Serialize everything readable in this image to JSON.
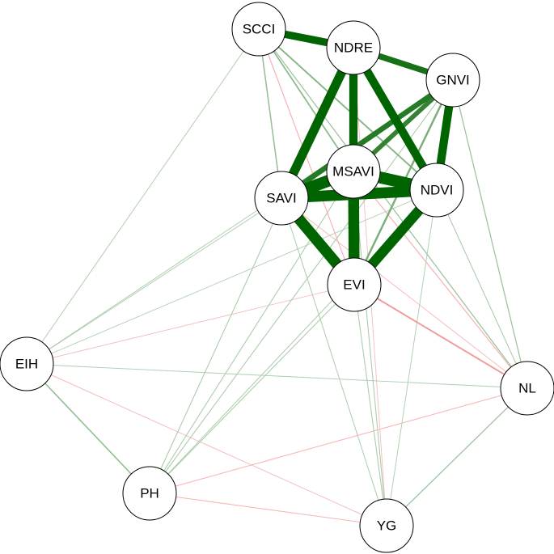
{
  "network": {
    "colors": {
      "positive": "#006400",
      "negative": "#e32828"
    },
    "nodes": [
      {
        "id": "SCCI",
        "label": "SCCI"
      },
      {
        "id": "NDRE",
        "label": "NDRE"
      },
      {
        "id": "GNVI",
        "label": "GNVI"
      },
      {
        "id": "MSAVI",
        "label": "MSAVI"
      },
      {
        "id": "SAVI",
        "label": "SAVI"
      },
      {
        "id": "NDVI",
        "label": "NDVI"
      },
      {
        "id": "EVI",
        "label": "EVI"
      },
      {
        "id": "EIH",
        "label": "EIH"
      },
      {
        "id": "NL",
        "label": "NL"
      },
      {
        "id": "PH",
        "label": "PH"
      },
      {
        "id": "YG",
        "label": "YG"
      }
    ],
    "edges": [
      {
        "from": "MSAVI",
        "to": "SAVI",
        "weight": 0.95
      },
      {
        "from": "MSAVI",
        "to": "NDVI",
        "weight": 0.95
      },
      {
        "from": "SAVI",
        "to": "NDVI",
        "weight": 0.9
      },
      {
        "from": "SAVI",
        "to": "EVI",
        "weight": 0.9
      },
      {
        "from": "MSAVI",
        "to": "EVI",
        "weight": 0.9
      },
      {
        "from": "NDVI",
        "to": "EVI",
        "weight": 0.85
      },
      {
        "from": "NDRE",
        "to": "SAVI",
        "weight": 0.8
      },
      {
        "from": "NDRE",
        "to": "MSAVI",
        "weight": 0.75
      },
      {
        "from": "NDRE",
        "to": "NDVI",
        "weight": 0.75
      },
      {
        "from": "GNVI",
        "to": "NDVI",
        "weight": 0.75
      },
      {
        "from": "SCCI",
        "to": "NDRE",
        "weight": 0.7
      },
      {
        "from": "NDRE",
        "to": "GNVI",
        "weight": 0.6
      },
      {
        "from": "GNVI",
        "to": "SAVI",
        "weight": 0.55
      },
      {
        "from": "GNVI",
        "to": "MSAVI",
        "weight": 0.5
      },
      {
        "from": "NDRE",
        "to": "EVI",
        "weight": 0.35
      },
      {
        "from": "GNVI",
        "to": "EVI",
        "weight": 0.25
      },
      {
        "from": "SCCI",
        "to": "NDVI",
        "weight": 0.2
      },
      {
        "from": "SCCI",
        "to": "MSAVI",
        "weight": 0.18
      },
      {
        "from": "SCCI",
        "to": "SAVI",
        "weight": 0.15
      },
      {
        "from": "SCCI",
        "to": "EVI",
        "weight": -0.1
      },
      {
        "from": "SCCI",
        "to": "NL",
        "weight": 0.12
      },
      {
        "from": "SCCI",
        "to": "EIH",
        "weight": 0.06
      },
      {
        "from": "GNVI",
        "to": "NL",
        "weight": 0.12
      },
      {
        "from": "GNVI",
        "to": "PH",
        "weight": 0.08
      },
      {
        "from": "GNVI",
        "to": "EIH",
        "weight": 0.06
      },
      {
        "from": "NDRE",
        "to": "PH",
        "weight": 0.08
      },
      {
        "from": "NDRE",
        "to": "YG",
        "weight": -0.05
      },
      {
        "from": "MSAVI",
        "to": "NL",
        "weight": -0.1
      },
      {
        "from": "MSAVI",
        "to": "YG",
        "weight": 0.08
      },
      {
        "from": "MSAVI",
        "to": "PH",
        "weight": 0.08
      },
      {
        "from": "SAVI",
        "to": "EIH",
        "weight": 0.06
      },
      {
        "from": "SAVI",
        "to": "YG",
        "weight": 0.07
      },
      {
        "from": "SAVI",
        "to": "NL",
        "weight": -0.06
      },
      {
        "from": "NDVI",
        "to": "EIH",
        "weight": 0.05
      },
      {
        "from": "NDVI",
        "to": "NL",
        "weight": 0.08
      },
      {
        "from": "NDVI",
        "to": "YG",
        "weight": 0.06
      },
      {
        "from": "NDVI",
        "to": "PH",
        "weight": 0.07
      },
      {
        "from": "EVI",
        "to": "NL",
        "weight": -0.2
      },
      {
        "from": "EVI",
        "to": "EIH",
        "weight": -0.05
      },
      {
        "from": "EVI",
        "to": "YG",
        "weight": 0.08
      },
      {
        "from": "EVI",
        "to": "PH",
        "weight": 0.08
      },
      {
        "from": "EIH",
        "to": "PH",
        "weight": 0.16
      },
      {
        "from": "EIH",
        "to": "NL",
        "weight": 0.06
      },
      {
        "from": "EIH",
        "to": "YG",
        "weight": -0.06
      },
      {
        "from": "PH",
        "to": "NL",
        "weight": -0.08
      },
      {
        "from": "PH",
        "to": "YG",
        "weight": -0.08
      },
      {
        "from": "NL",
        "to": "YG",
        "weight": 0.12
      }
    ]
  }
}
